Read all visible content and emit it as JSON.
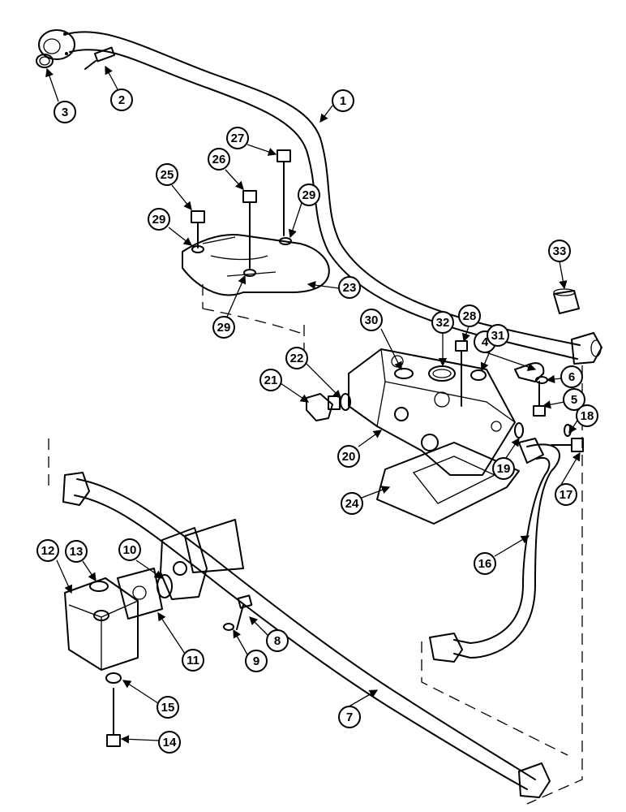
{
  "diagram": {
    "callouts": [
      {
        "id": "c1",
        "label": "1"
      },
      {
        "id": "c2",
        "label": "2"
      },
      {
        "id": "c3",
        "label": "3"
      },
      {
        "id": "c4",
        "label": "4"
      },
      {
        "id": "c5",
        "label": "5"
      },
      {
        "id": "c6",
        "label": "6"
      },
      {
        "id": "c7",
        "label": "7"
      },
      {
        "id": "c8",
        "label": "8"
      },
      {
        "id": "c9",
        "label": "9"
      },
      {
        "id": "c10",
        "label": "10"
      },
      {
        "id": "c11",
        "label": "11"
      },
      {
        "id": "c12",
        "label": "12"
      },
      {
        "id": "c13",
        "label": "13"
      },
      {
        "id": "c14",
        "label": "14"
      },
      {
        "id": "c15",
        "label": "15"
      },
      {
        "id": "c16",
        "label": "16"
      },
      {
        "id": "c17",
        "label": "17"
      },
      {
        "id": "c18",
        "label": "18"
      },
      {
        "id": "c19",
        "label": "19"
      },
      {
        "id": "c20",
        "label": "20"
      },
      {
        "id": "c21",
        "label": "21"
      },
      {
        "id": "c22",
        "label": "22"
      },
      {
        "id": "c23",
        "label": "23"
      },
      {
        "id": "c24",
        "label": "24"
      },
      {
        "id": "c25",
        "label": "25"
      },
      {
        "id": "c26",
        "label": "26"
      },
      {
        "id": "c27",
        "label": "27"
      },
      {
        "id": "c28",
        "label": "28"
      },
      {
        "id": "c29a",
        "label": "29"
      },
      {
        "id": "c29b",
        "label": "29"
      },
      {
        "id": "c29c",
        "label": "29"
      },
      {
        "id": "c30",
        "label": "30"
      },
      {
        "id": "c31",
        "label": "31"
      },
      {
        "id": "c32",
        "label": "32"
      },
      {
        "id": "c33",
        "label": "33"
      }
    ]
  }
}
